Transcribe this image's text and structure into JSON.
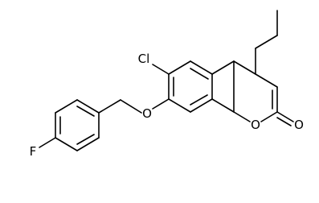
{
  "molecule": {
    "atom_labels": {
      "chlorine": "Cl",
      "ether_oxygen": "O",
      "ring_oxygen": "O",
      "carbonyl_oxygen": "O",
      "fluorine": "F"
    },
    "colors": {
      "bond": "#000000",
      "label": "#000000",
      "background": "#ffffff"
    }
  }
}
